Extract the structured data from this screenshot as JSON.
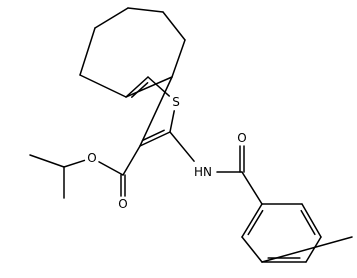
{
  "molecule": {
    "atoms": [
      {
        "id": "c1",
        "element": "C"
      },
      {
        "id": "c2",
        "element": "C"
      },
      {
        "id": "c3",
        "element": "C"
      },
      {
        "id": "c4",
        "element": "C"
      },
      {
        "id": "c5",
        "element": "C"
      },
      {
        "id": "c6",
        "element": "C"
      },
      {
        "id": "c7",
        "element": "C"
      },
      {
        "id": "s1",
        "element": "S",
        "label": "S"
      },
      {
        "id": "c8",
        "element": "C"
      },
      {
        "id": "c9",
        "element": "C"
      },
      {
        "id": "c10",
        "element": "C"
      },
      {
        "id": "o1",
        "element": "O",
        "label": "O"
      },
      {
        "id": "o2",
        "element": "O",
        "label": "O"
      },
      {
        "id": "c11",
        "element": "C"
      },
      {
        "id": "c12",
        "element": "C"
      },
      {
        "id": "c13",
        "element": "C"
      },
      {
        "id": "n1",
        "element": "N",
        "label": "HN"
      },
      {
        "id": "c14",
        "element": "C"
      },
      {
        "id": "o3",
        "element": "O",
        "label": "O"
      },
      {
        "id": "c15",
        "element": "C"
      },
      {
        "id": "c16",
        "element": "C"
      },
      {
        "id": "c17",
        "element": "C"
      },
      {
        "id": "c18",
        "element": "C"
      },
      {
        "id": "c19",
        "element": "C"
      },
      {
        "id": "c20",
        "element": "C"
      },
      {
        "id": "c21",
        "element": "C"
      },
      {
        "id": "c22",
        "element": "C"
      }
    ],
    "bonds": [
      {
        "from": "c1",
        "to": "c2",
        "order": 1
      },
      {
        "from": "c2",
        "to": "c3",
        "order": 1
      },
      {
        "from": "c3",
        "to": "c4",
        "order": 1
      },
      {
        "from": "c4",
        "to": "c5",
        "order": 1
      },
      {
        "from": "c5",
        "to": "c6",
        "order": 1
      },
      {
        "from": "c6",
        "to": "c7",
        "order": 1
      },
      {
        "from": "c7",
        "to": "c1",
        "order": 1
      },
      {
        "from": "c7",
        "to": "c8",
        "order": 2
      },
      {
        "from": "c8",
        "to": "s1",
        "order": 1
      },
      {
        "from": "s1",
        "to": "c9",
        "order": 1
      },
      {
        "from": "c9",
        "to": "c10",
        "order": 2
      },
      {
        "from": "c10",
        "to": "c6",
        "order": 1
      },
      {
        "from": "c10",
        "to": "c11",
        "order": 1
      },
      {
        "from": "c11",
        "to": "o2",
        "order": 2
      },
      {
        "from": "c11",
        "to": "o1",
        "order": 1
      },
      {
        "from": "o1",
        "to": "c12",
        "order": 1
      },
      {
        "from": "c12",
        "to": "c13",
        "order": 1
      },
      {
        "from": "c12",
        "to": "c22",
        "order": 1
      },
      {
        "from": "c9",
        "to": "n1",
        "order": 1
      },
      {
        "from": "n1",
        "to": "c14",
        "order": 1
      },
      {
        "from": "c14",
        "to": "o3",
        "order": 2
      },
      {
        "from": "c14",
        "to": "c15",
        "order": 1
      },
      {
        "from": "c15",
        "to": "c16",
        "order": 2
      },
      {
        "from": "c16",
        "to": "c17",
        "order": 1
      },
      {
        "from": "c17",
        "to": "c18",
        "order": 2
      },
      {
        "from": "c18",
        "to": "c19",
        "order": 1
      },
      {
        "from": "c19",
        "to": "c20",
        "order": 2
      },
      {
        "from": "c20",
        "to": "c15",
        "order": 1
      },
      {
        "from": "c17",
        "to": "c21",
        "order": 1
      }
    ]
  }
}
